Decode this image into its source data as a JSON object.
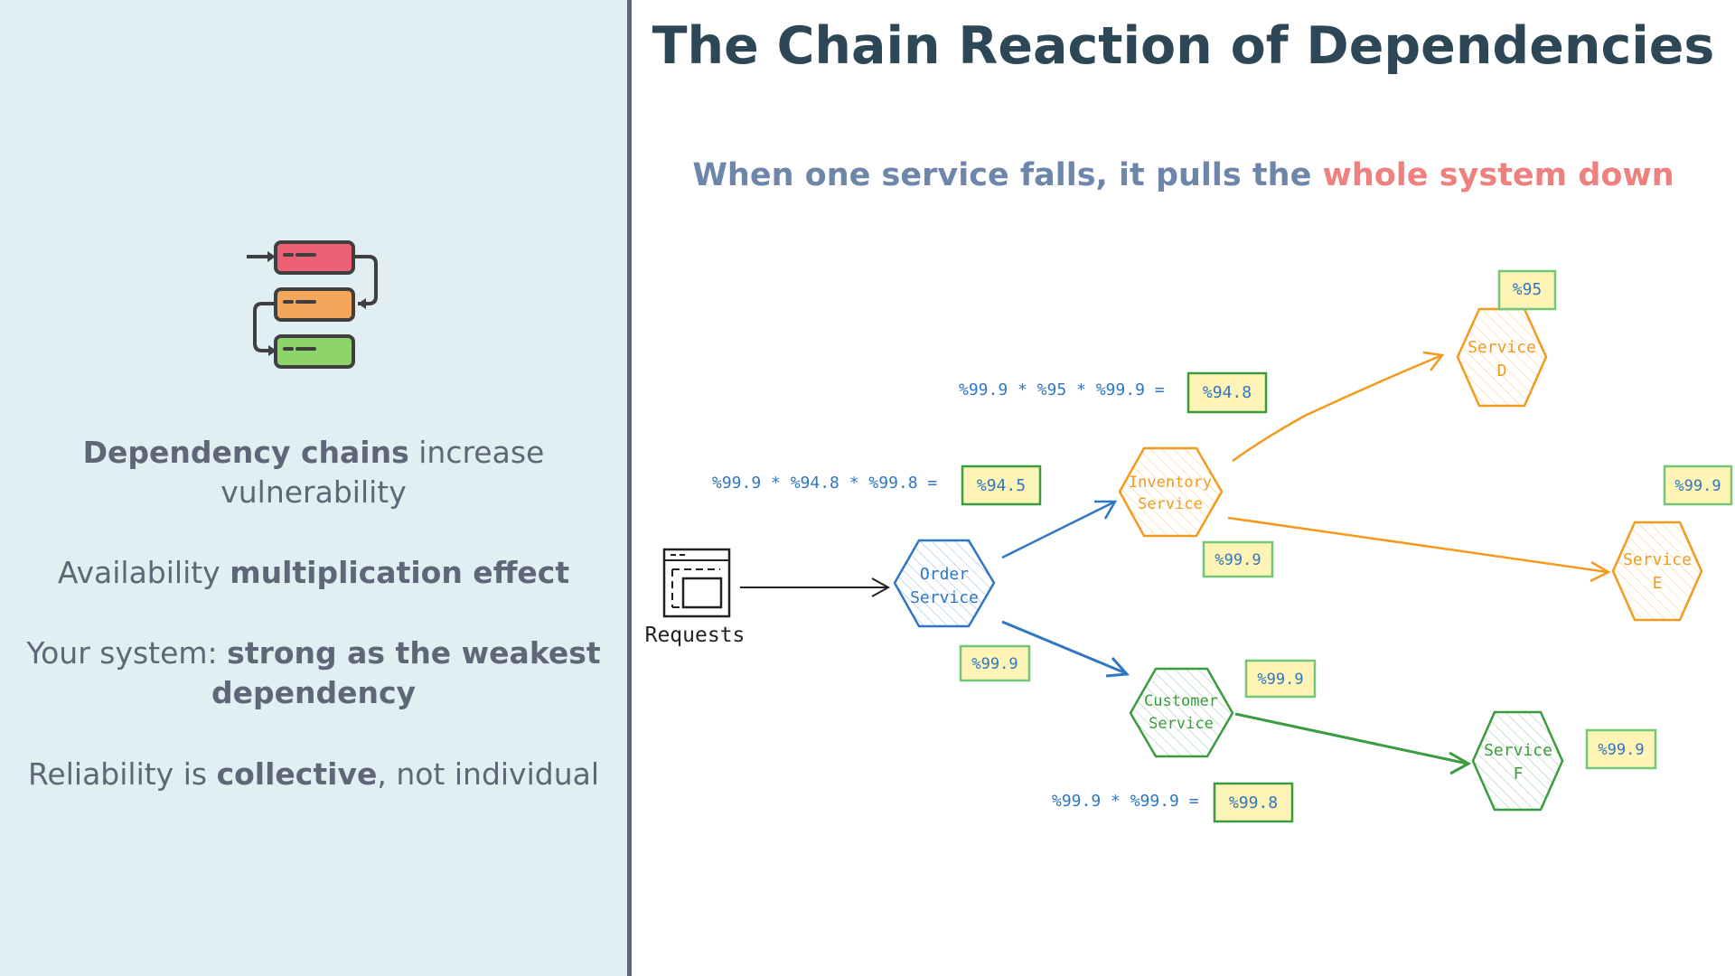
{
  "left": {
    "icon": "linked-chain-blocks-icon",
    "points": [
      {
        "strong": "Dependency chains",
        "rest": " increase vulnerability"
      },
      {
        "pre": "Availability ",
        "strong": "multiplication effect"
      },
      {
        "pre": "Your system: ",
        "strong": "strong as the weakest dependency"
      },
      {
        "pre": "Reliability is ",
        "strong": "collective",
        "rest": ", not individual"
      }
    ]
  },
  "title": "The Chain Reaction of Dependencies",
  "subtitle": {
    "part1": "When one service falls, it pulls the ",
    "part2": "whole system down"
  },
  "colors": {
    "blue": "#2f76c3",
    "orange": "#f39a1c",
    "green": "#3a9c3e",
    "accent_red": "#ef8080",
    "title": "#2e4756",
    "text_gray": "#5d6778"
  },
  "diagram": {
    "requests_label": "Requests",
    "nodes": {
      "order": {
        "line1": "Order",
        "line2": "Service",
        "availability": "%99.9"
      },
      "inventory": {
        "line1": "Inventory",
        "line2": "Service",
        "availability": "%99.9"
      },
      "customer": {
        "line1": "Customer",
        "line2": "Service",
        "availability": "%99.9"
      },
      "service_d": {
        "line1": "Service",
        "line2": "D",
        "availability": "%95"
      },
      "service_e": {
        "line1": "Service",
        "line2": "E",
        "availability": "%99.9"
      },
      "service_f": {
        "line1": "Service",
        "line2": "F",
        "availability": "%99.9"
      }
    },
    "formulas": {
      "inventory": {
        "expr": "%99.9 * %95 * %99.9 =",
        "result": "%94.8"
      },
      "order": {
        "expr": "%99.9 * %94.8 * %99.8 =",
        "result": "%94.5"
      },
      "customer": {
        "expr": "%99.9 * %99.9 =",
        "result": "%99.8"
      }
    }
  }
}
